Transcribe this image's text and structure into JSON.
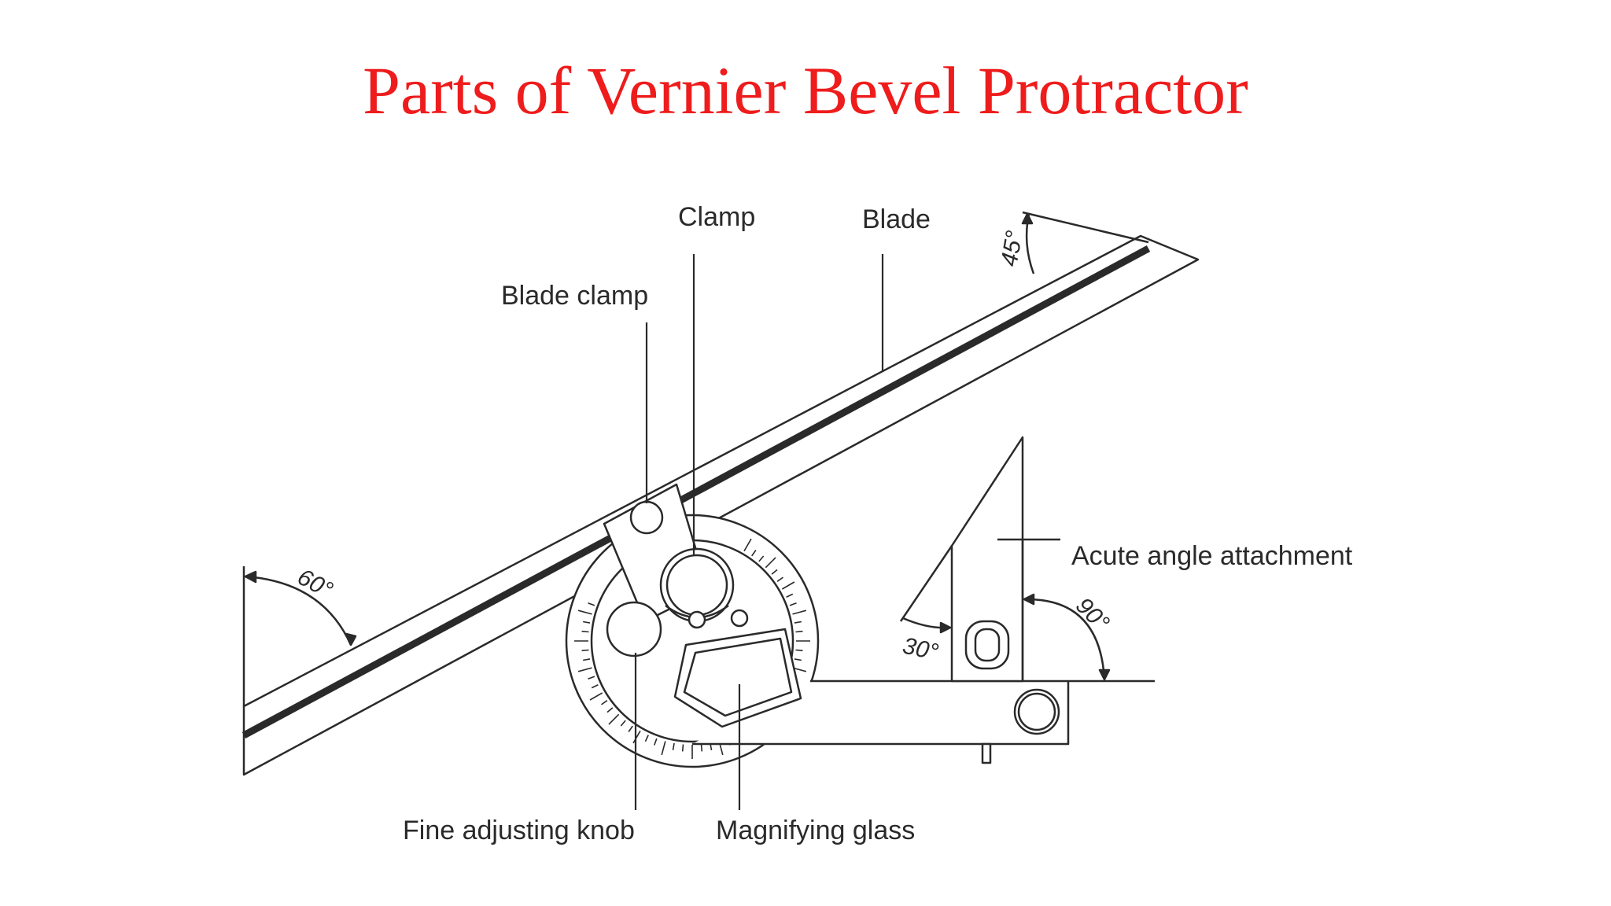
{
  "title": "Parts of Vernier Bevel Protractor",
  "colors": {
    "title": "#ee1c1c",
    "ink": "#2a2a2a",
    "background": "#ffffff"
  },
  "labels": {
    "clamp": "Clamp",
    "blade": "Blade",
    "blade_clamp": "Blade clamp",
    "acute_angle_attachment": "Acute angle attachment",
    "fine_adjusting_knob": "Fine adjusting knob",
    "magnifying_glass": "Magnifying glass"
  },
  "angles": {
    "a45": "45°",
    "a60": "60°",
    "a30": "30°",
    "a90": "90°"
  }
}
